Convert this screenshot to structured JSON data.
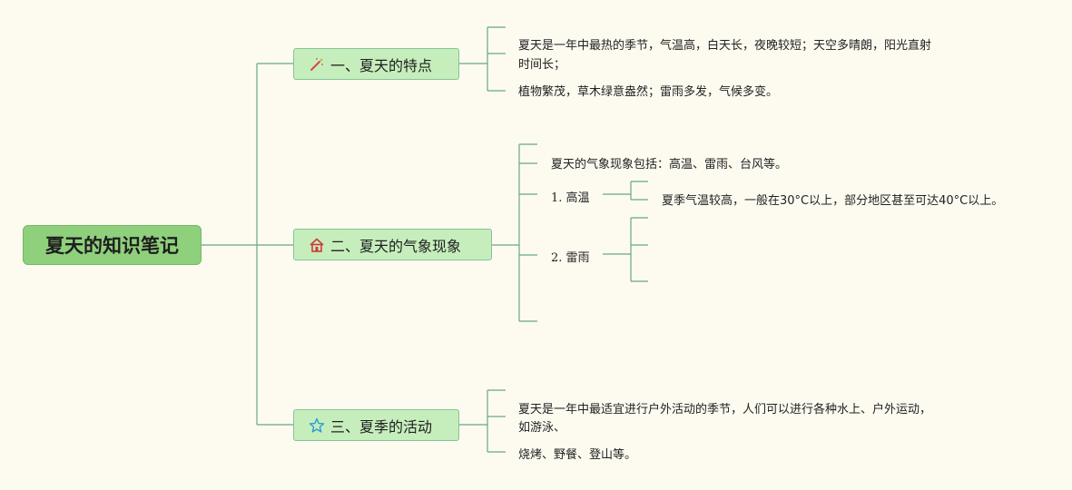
{
  "root": {
    "title": "夏天的知识笔记"
  },
  "branches": [
    {
      "icon": "magic-wand-icon",
      "label": "一、夏天的特点",
      "notes": [
        "夏天是一年中最热的季节，气温高，白天长，夜晚较短；天空多晴朗，阳光直射",
        "时间长；",
        "植物繁茂，草木绿意盎然；雷雨多发，气候多变。"
      ]
    },
    {
      "icon": "house-icon",
      "label": "二、夏天的气象现象",
      "intro": "夏天的气象现象包括：高温、雷雨、台风等。",
      "subtopics": [
        {
          "label": "1. 高温",
          "note": "夏季气温较高，一般在30°C以上，部分地区甚至可达40°C以上。"
        },
        {
          "label": "2. 雷雨",
          "note": ""
        }
      ]
    },
    {
      "icon": "star-icon",
      "label": "三、夏季的活动",
      "notes": [
        "夏天是一年中最适宜进行户外活动的季节，人们可以进行各种水上、户外运动，",
        "如游泳、",
        "烧烤、野餐、登山等。"
      ]
    }
  ],
  "colors": {
    "line": "#6aa58c",
    "root_fill": "#8fd07c",
    "topic_fill": "#c6eebc",
    "background": "#fdfbf0"
  }
}
